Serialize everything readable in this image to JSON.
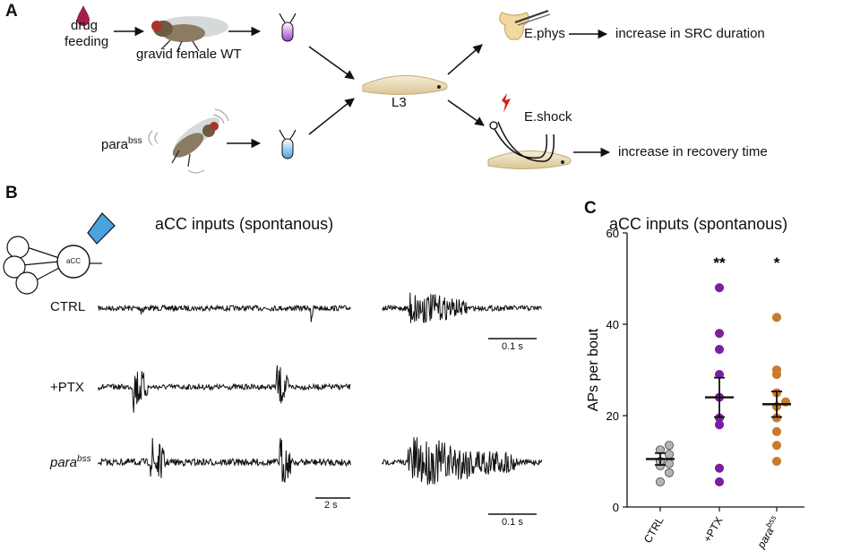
{
  "panel_a": {
    "letter": "A",
    "drug_line1": "drug",
    "drug_line2": "feeding",
    "female_label": "gravid female WT",
    "para_label": "para",
    "para_sup": "bss",
    "larva_label": "L3",
    "ephys_label": "E.phys",
    "eshock_label": "E.shock",
    "outcome_1": "increase in SRC duration",
    "outcome_2": "increase in recovery time"
  },
  "panel_b": {
    "letter": "B",
    "title": "aCC inputs (spontanous)",
    "neuron_label": "aCC",
    "row_ctrl": "CTRL",
    "row_ptx": "+PTX",
    "row_para": "para",
    "row_para_sup": "bss",
    "scale_left": "2 s",
    "scale_right_1": "0.1 s",
    "scale_right_2": "0.1 s"
  },
  "panel_c": {
    "letter": "C",
    "chart_data": {
      "type": "scatter",
      "title": "aCC inputs (spontanous)",
      "ylabel": "APs per bout",
      "ylim": [
        0,
        60
      ],
      "yticks": [
        0,
        20,
        40,
        60
      ],
      "categories": [
        "CTRL",
        "+PTX",
        "para"
      ],
      "category_sup": [
        "",
        "",
        "bss"
      ],
      "colors": [
        "#b4b4b4",
        "#7b1fa2",
        "#c97a2c"
      ],
      "significance": [
        "",
        "**",
        "*"
      ],
      "series": [
        {
          "values": [
            5.5,
            7.5,
            9,
            9.5,
            10,
            11.5,
            12.5,
            13.5
          ]
        },
        {
          "values": [
            5.5,
            8.5,
            18,
            19.5,
            24,
            29,
            34.5,
            38,
            48
          ]
        },
        {
          "values": [
            10,
            13.5,
            16.5,
            19.5,
            22,
            23,
            25,
            29,
            30,
            41.5
          ]
        }
      ],
      "means": [
        10.5,
        24,
        22.5
      ],
      "sem": [
        1.3,
        4.3,
        2.8
      ]
    }
  }
}
